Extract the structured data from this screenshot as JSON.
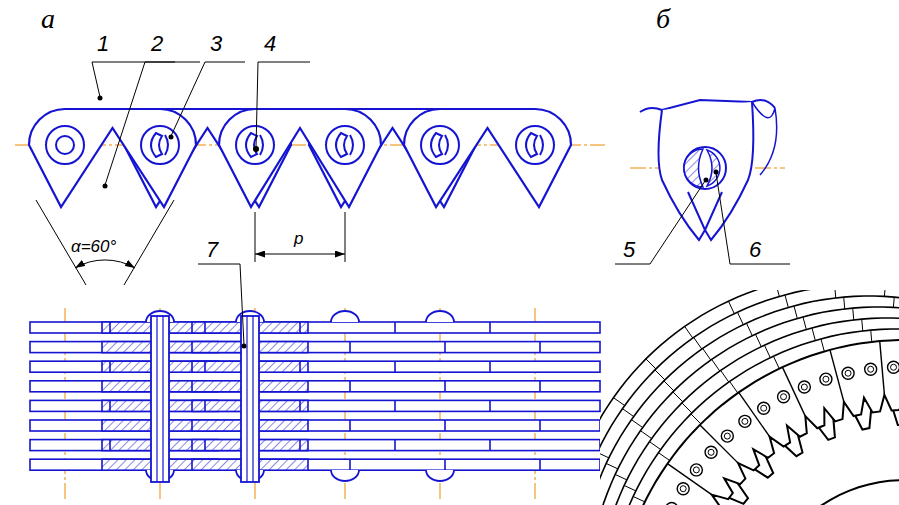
{
  "diagram": {
    "labels": [
      "а",
      "1",
      "2",
      "3",
      "4",
      "α=60°",
      "p",
      "7",
      "б",
      "5",
      "6"
    ]
  }
}
